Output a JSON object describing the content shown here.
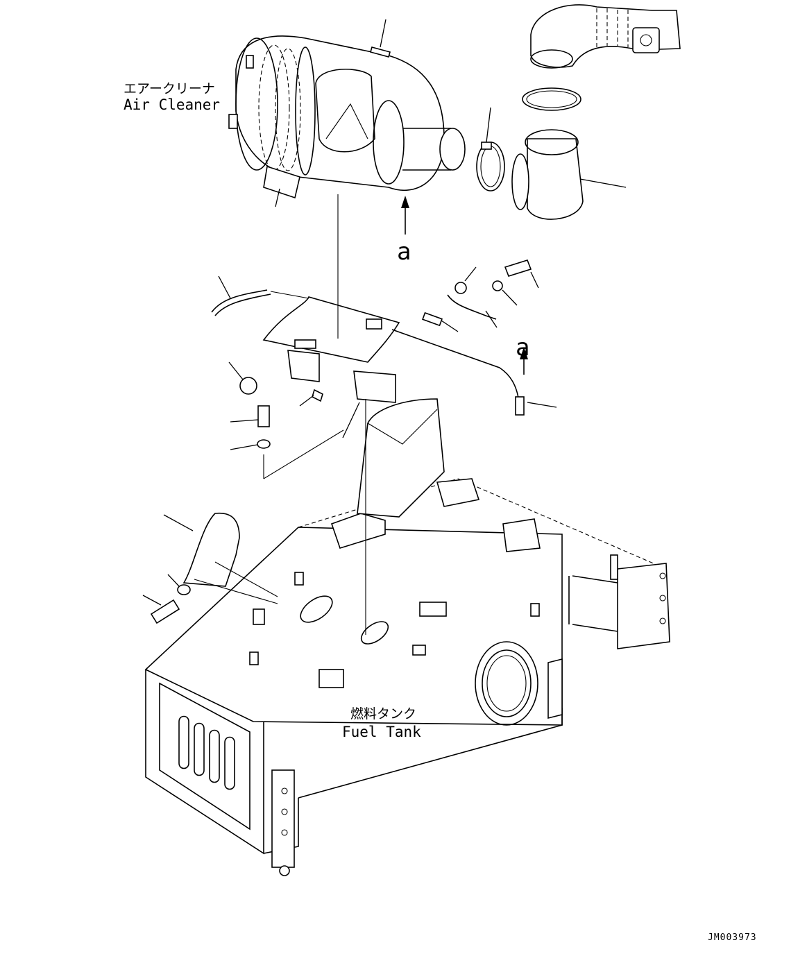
{
  "labels": {
    "air_cleaner_jp": "エアークリーナ",
    "air_cleaner_en": "Air Cleaner",
    "fuel_tank_jp": "燃料タンク",
    "fuel_tank_en": "Fuel Tank",
    "view_arrow_top": "a",
    "view_arrow_right": "a",
    "drawing_ref": "JM003973"
  }
}
